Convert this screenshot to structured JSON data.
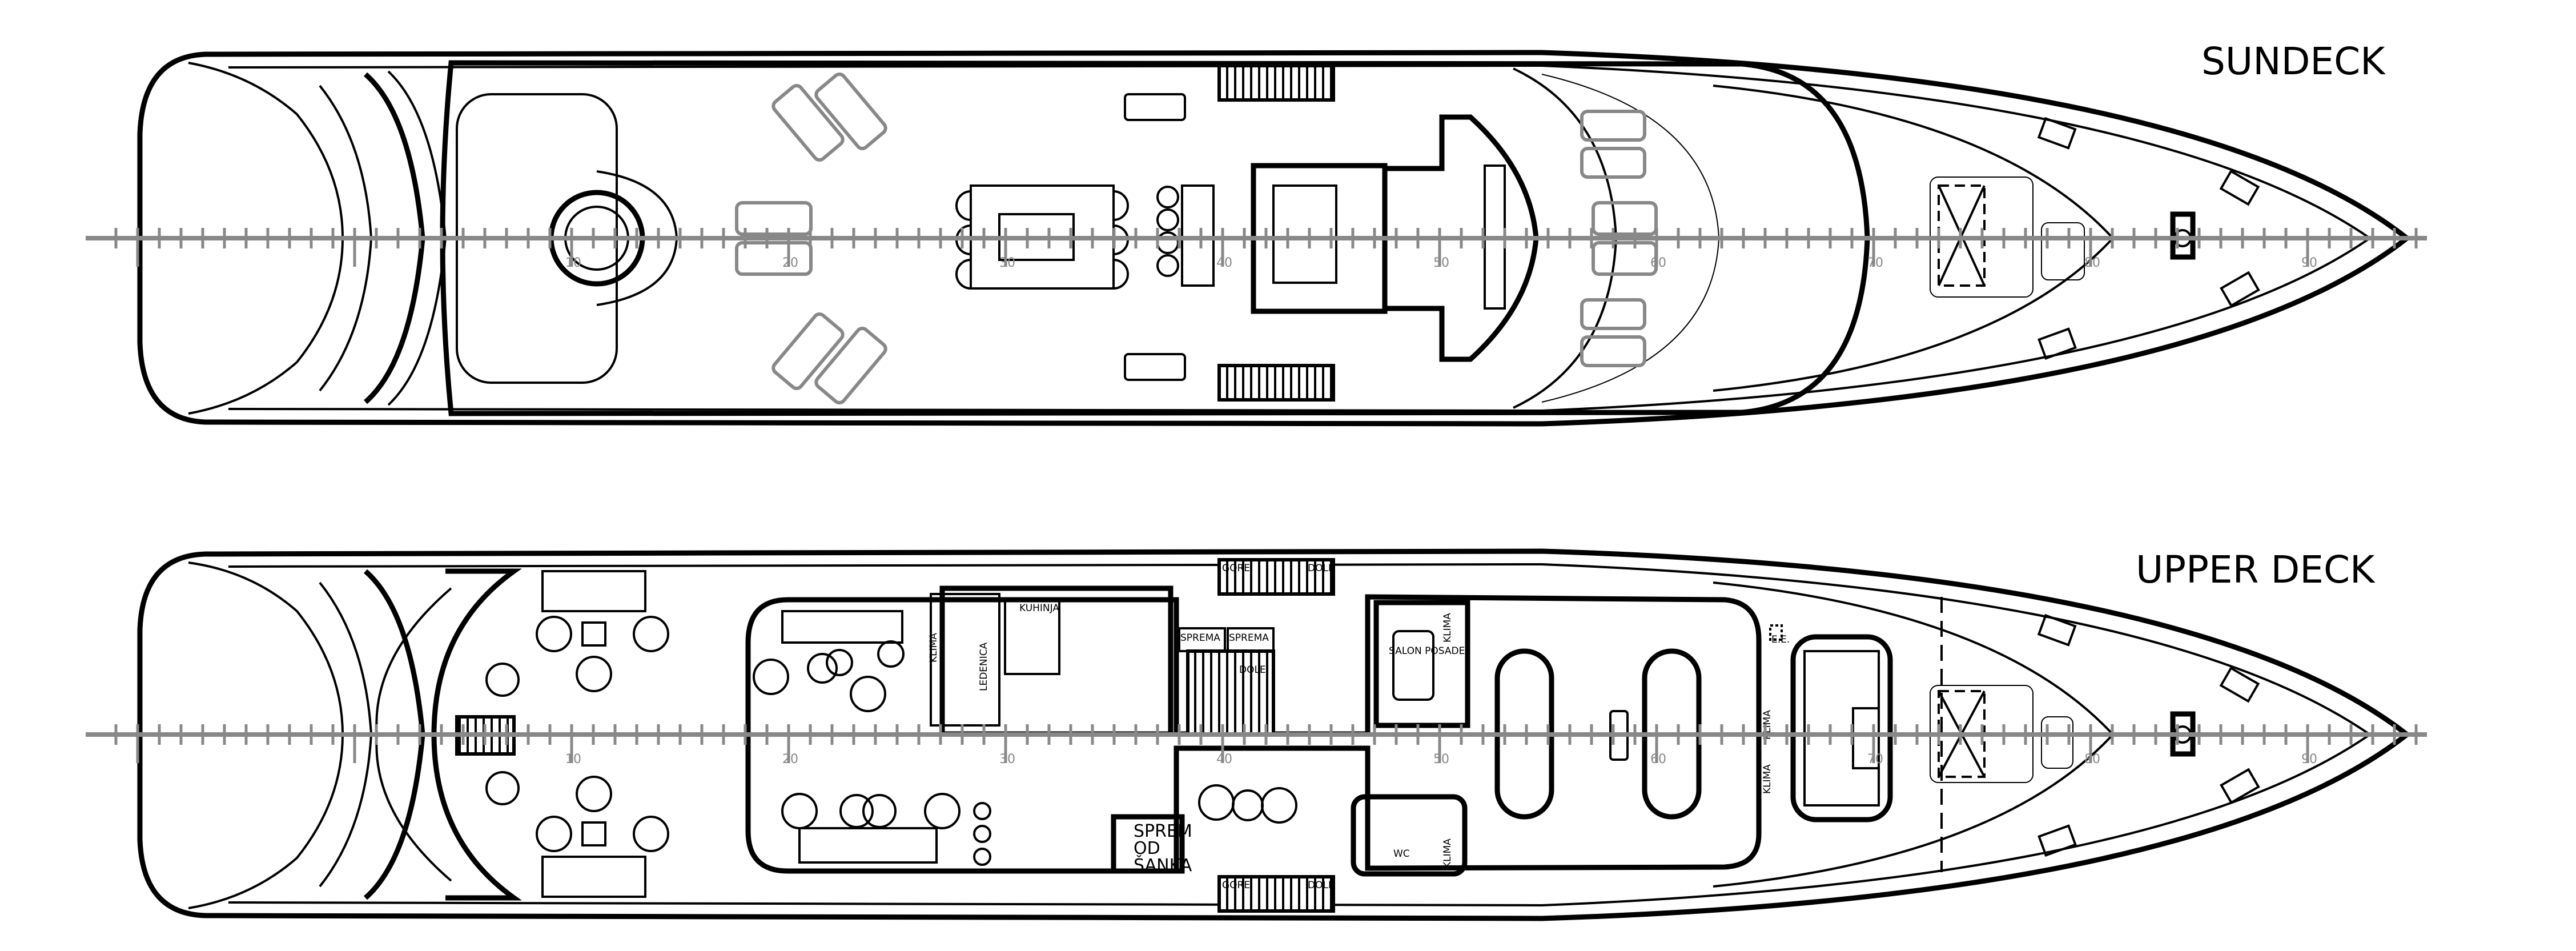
{
  "titles": {
    "sundeck": "SUNDECK",
    "upper_deck": "UPPER DECK"
  },
  "scale_labels": [
    "10",
    "20",
    "30",
    "40",
    "50",
    "60",
    "70",
    "80",
    "90"
  ],
  "upper_deck_rooms": {
    "klima": "KLIMA",
    "ledenica": "LEDENICA",
    "kuhinja": "KUHINJA",
    "sprema_1": "SPREMA",
    "sprema_2": "SPREMA",
    "salon_posade": "SALON POSADE",
    "dole": "DOLE",
    "gore": "GORE",
    "sprem_od_sanka": [
      "SPREM",
      "OD",
      "ŠANKA"
    ],
    "wc": "WC",
    "ee": "E.E."
  },
  "colors": {
    "line": "#000000",
    "axis": "#888888",
    "furniture_grey": "#888888"
  }
}
